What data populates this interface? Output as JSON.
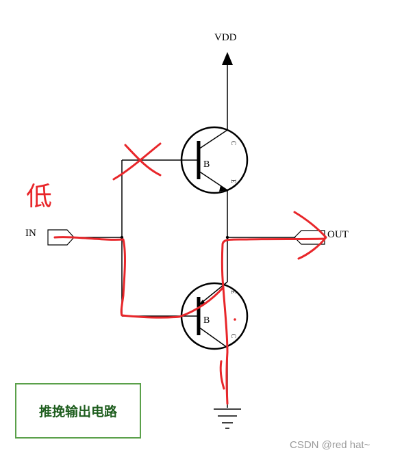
{
  "labels": {
    "vdd": "VDD",
    "in": "IN",
    "out": "OUT",
    "upper_base": "B",
    "lower_base": "B",
    "upper_collector": "C",
    "upper_emitter": "E",
    "lower_emitter": "E",
    "lower_collector": "C",
    "annotation_low": "低",
    "caption": "推挽输出电路",
    "watermark": "CSDN @red hat~"
  },
  "colors": {
    "line": "#000000",
    "annotation": "#e8262a",
    "caption_text": "#1f5e1f",
    "caption_border": "#5aa04a",
    "watermark": "#9a9a9a"
  }
}
